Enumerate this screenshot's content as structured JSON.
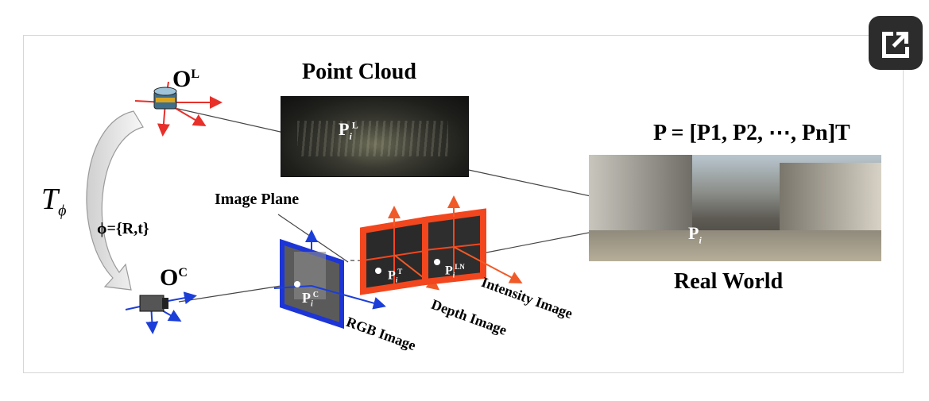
{
  "diagram": {
    "title_point_cloud": "Point Cloud",
    "title_real_world": "Real World",
    "label_image_plane": "Image Plane",
    "label_rgb_image": "RGB Image",
    "label_depth_image": "Depth Image",
    "label_intensity_image": "Intensity Image",
    "lidar_origin": {
      "base": "O",
      "sup": "L"
    },
    "camera_origin": {
      "base": "O",
      "sup": "C"
    },
    "transform_symbol": {
      "base": "T",
      "sub": "ϕ"
    },
    "transform_params": "ϕ={R,t}",
    "point_set_formula": "P = [P1, P2, ⋯, Pn]T",
    "point_lidar": {
      "base": "P",
      "sub": "i",
      "sup": "L"
    },
    "point_camera": {
      "base": "P",
      "sub": "i",
      "sup": "C"
    },
    "point_depth": {
      "base": "P",
      "sub": "i",
      "sup": "T"
    },
    "point_intensity": {
      "base": "P",
      "sub": "i",
      "sup": "LN"
    },
    "point_world": {
      "base": "P",
      "sub": "i"
    },
    "colors": {
      "lidar_axes": "#e8302a",
      "camera_axes": "#1c3ed8",
      "rgb_frame": "#1d35d6",
      "depth_frame": "#f2461e",
      "accent": "#f05a28"
    }
  },
  "ui": {
    "expand_icon": "open-in-new-icon"
  }
}
